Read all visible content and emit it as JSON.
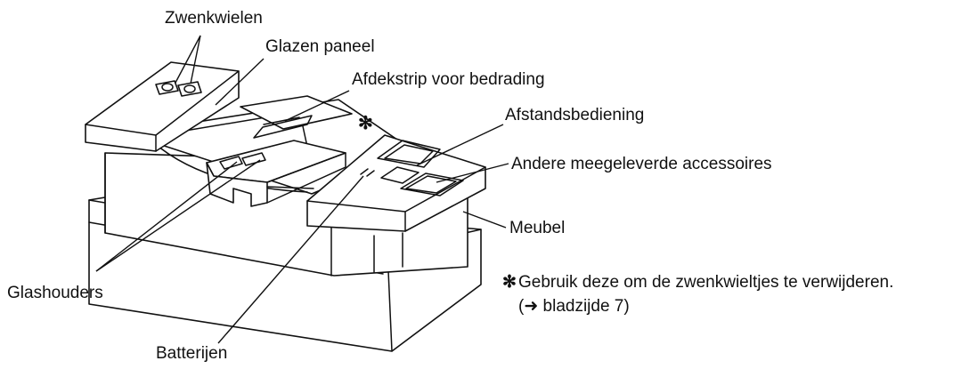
{
  "labels": {
    "casters": "Zwenkwielen",
    "glass_panel": "Glazen paneel",
    "cable_cover": "Afdekstrip voor bedrading",
    "remote": "Afstandsbediening",
    "other_accessories": "Andere meegeleverde accessoires",
    "furniture": "Meubel",
    "glass_holders": "Glashouders",
    "batteries": "Batterijen"
  },
  "note": {
    "marker": "✻",
    "line1": "Gebruik deze om de zwenkwieltjes te verwijderen.",
    "line2": "(➜ bladzijde 7)"
  }
}
